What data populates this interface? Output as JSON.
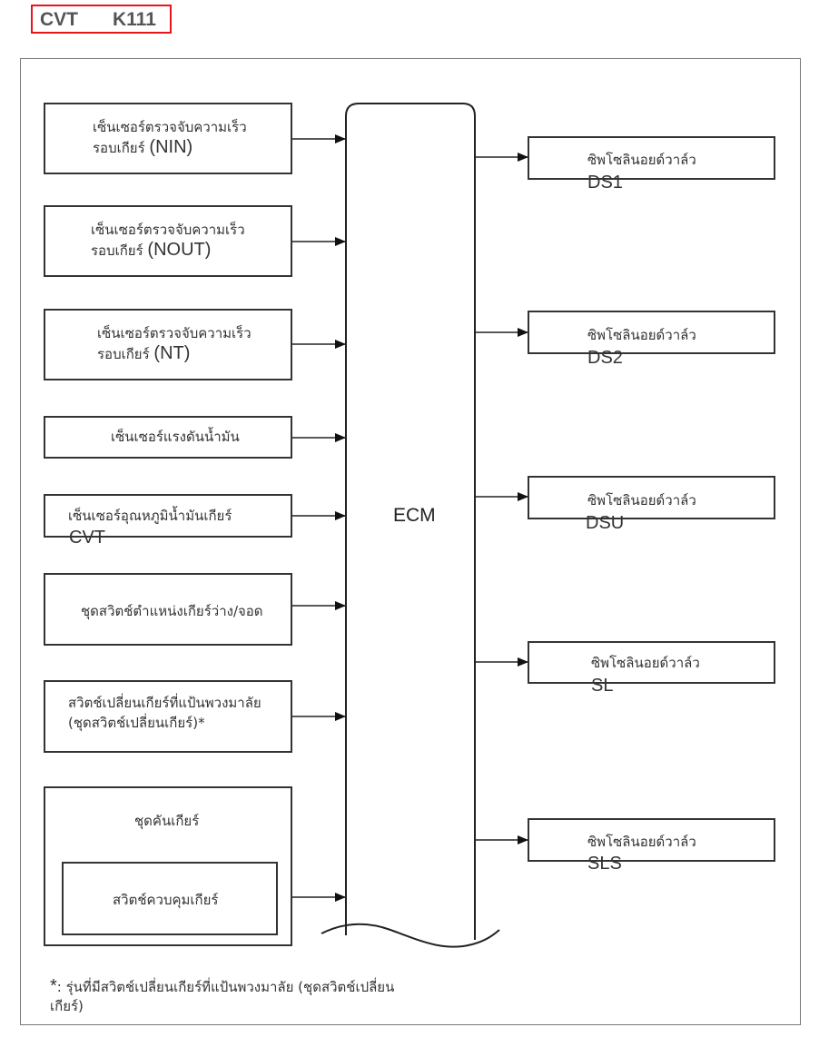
{
  "header": {
    "code_left": "CVT",
    "code_right": "K111",
    "badge_color": "#e8141c"
  },
  "ecm": {
    "label": "ECM"
  },
  "inputs": [
    {
      "line1": "เซ็นเซอร์ตรวจจับความเร็ว",
      "line2_th": "รอบเกียร์ ",
      "line2_en": "(NIN)"
    },
    {
      "line1": "เซ็นเซอร์ตรวจจับความเร็ว",
      "line2_th": "รอบเกียร์ ",
      "line2_en": "(NOUT)"
    },
    {
      "line1": "เซ็นเซอร์ตรวจจับความเร็ว",
      "line2_th": "รอบเกียร์ ",
      "line2_en": "(NT)"
    },
    {
      "line1": "เซ็นเซอร์แรงดันน้ำมัน"
    },
    {
      "line1": "เซ็นเซอร์อุณหภูมิน้ำมันเกียร์",
      "line2_en": "CVT"
    },
    {
      "line1": "ชุดสวิตช์ตำแหน่งเกียร์ว่าง/จอด"
    },
    {
      "line1": "สวิตช์เปลี่ยนเกียร์ที่แป้นพวงมาลัย",
      "line2_th": "(ชุดสวิตช์เปลี่ยนเกียร์)",
      "line2_en": "*"
    },
    {
      "group_label": "ชุดคันเกียร์",
      "inner_label": "สวิตช์ควบคุมเกียร์"
    }
  ],
  "outputs": [
    {
      "label": "ซิพโซลินอยด์วาล์ว",
      "code": "DS1"
    },
    {
      "label": "ซิพโซลินอยด์วาล์ว",
      "code": "DS2"
    },
    {
      "label": "ซิพโซลินอยด์วาล์ว",
      "code": "DSU"
    },
    {
      "label": "ซิพโซลินอยด์วาล์ว",
      "code": "SL"
    },
    {
      "label": "ซิพโซลินอยด์วาล์ว",
      "code": "SLS"
    }
  ],
  "footnote": {
    "marker": "*",
    "line1": ": รุ่นที่มีสวิตช์เปลี่ยนเกียร์ที่แป้นพวงมาลัย (ชุดสวิตช์เปลี่ยน",
    "line2": "เกียร์)"
  }
}
